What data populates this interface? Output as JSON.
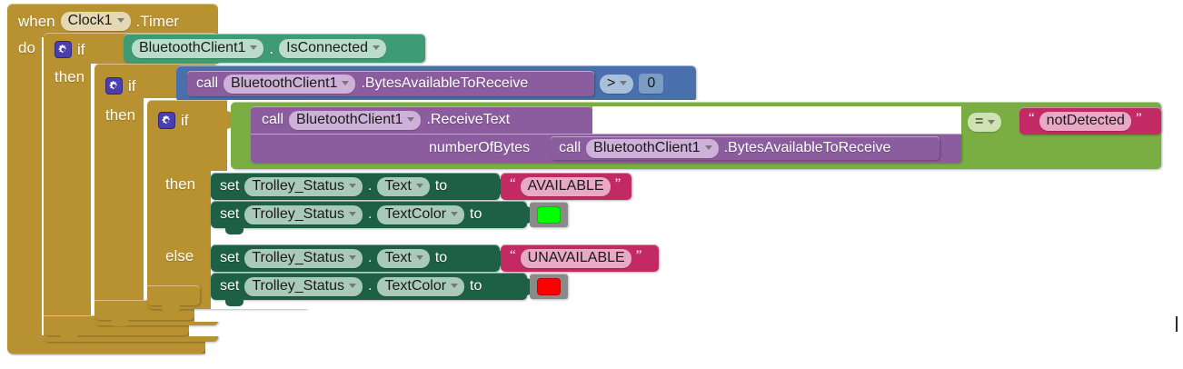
{
  "editor": {
    "name": "mit-app-inventor-blocks-editor",
    "background_color": "#ffffff"
  },
  "palette": {
    "event_gold": "#B89230",
    "control_gold": "#B89230",
    "getter_teal": "#3f9b74",
    "logic_green": "#7aae43",
    "math_blue": "#4a6fad",
    "call_purple": "#8b5d9e",
    "setter_dark_green": "#1e6046",
    "text_magenta": "#c32a63",
    "color_block_gray": "#8a8a8a",
    "mutator_icon": "#4b3fb0"
  },
  "blocks": {
    "event": {
      "keyword": "when",
      "component": "Clock1",
      "event_name": ".Timer",
      "body_label": "do"
    },
    "if_outer": {
      "if_label": "if",
      "then_label": "then",
      "condition": {
        "component": "BluetoothClient1",
        "dot": ".",
        "property": "IsConnected"
      }
    },
    "if_middle": {
      "if_label": "if",
      "then_label": "then",
      "condition": {
        "call_label": "call",
        "component": "BluetoothClient1",
        "method": ".BytesAvailableToReceive",
        "operator": ">",
        "right_operand": "0"
      }
    },
    "if_inner": {
      "if_label": "if",
      "then_label": "then",
      "else_label": "else",
      "condition": {
        "operator": "=",
        "left": {
          "call_label": "call",
          "component": "BluetoothClient1",
          "method": ".ReceiveText",
          "arg_label": "numberOfBytes",
          "arg_value": {
            "call_label": "call",
            "component": "BluetoothClient1",
            "method": ".BytesAvailableToReceive"
          }
        },
        "right": {
          "quote_open": "“",
          "text": "notDetected",
          "quote_close": "”"
        }
      }
    },
    "then_statements": [
      {
        "set_label": "set",
        "component": "Trolley_Status",
        "dot": ".",
        "property": "Text",
        "to_label": "to",
        "value_type": "text",
        "quote_open": "“",
        "value": "AVAILABLE",
        "quote_close": "”"
      },
      {
        "set_label": "set",
        "component": "Trolley_Status",
        "dot": ".",
        "property": "TextColor",
        "to_label": "to",
        "value_type": "color",
        "value": "#00ff00"
      }
    ],
    "else_statements": [
      {
        "set_label": "set",
        "component": "Trolley_Status",
        "dot": ".",
        "property": "Text",
        "to_label": "to",
        "value_type": "text",
        "quote_open": "“",
        "value": "UNAVAILABLE",
        "quote_close": "”"
      },
      {
        "set_label": "set",
        "component": "Trolley_Status",
        "dot": ".",
        "property": "TextColor",
        "to_label": "to",
        "value_type": "color",
        "value": "#ff0000"
      }
    ]
  }
}
